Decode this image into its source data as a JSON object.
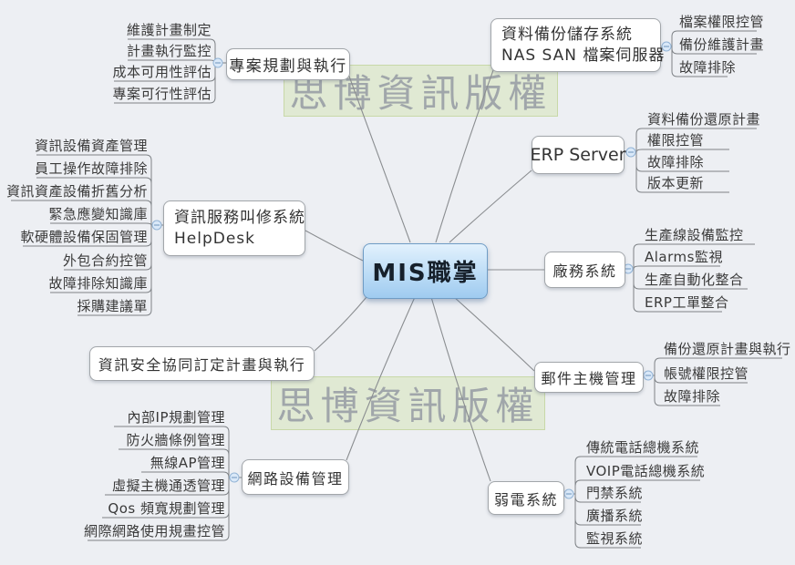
{
  "center": {
    "label": "MIS職掌"
  },
  "watermark": {
    "text": "思博資訊版權"
  },
  "colors": {
    "background": "#edeff3",
    "center_fill_top": "#e2f1fd",
    "center_fill_bottom": "#9fcbf0",
    "center_border": "#6f9cc5",
    "node_border": "#a2a6aa",
    "line": "#8a8d90",
    "watermark_bg": "#d6e3b8",
    "connector_fill": "#d9e8f8",
    "connector_border": "#93b4d6"
  },
  "branches": [
    {
      "label": "專案規劃與執行",
      "children": [
        "維護計畫制定",
        "計畫執行監控",
        "成本可用性評估",
        "專案可行性評估"
      ]
    },
    {
      "label": "資料備份儲存系統",
      "label2": "NAS SAN 檔案伺服器",
      "children": [
        "檔案權限控管",
        "備份維護計畫",
        "故障排除"
      ]
    },
    {
      "label": "ERP Server",
      "children": [
        "資料備份還原計畫",
        "權限控管",
        "故障排除",
        "版本更新"
      ]
    },
    {
      "label": "資訊服務叫修系統",
      "label2": "HelpDesk",
      "children": [
        "資訊設備資產管理",
        "員工操作故障排除",
        "資訊資產設備折舊分析",
        "緊急應變知識庫",
        "軟硬體設備保固管理",
        "外包合約控管",
        "故障排除知識庫",
        "採購建議單"
      ]
    },
    {
      "label": "廠務系統",
      "children": [
        "生產線設備監控",
        "Alarms監視",
        "生產自動化整合",
        "ERP工單整合"
      ]
    },
    {
      "label": "資訊安全協同訂定計畫與執行",
      "children": []
    },
    {
      "label": "郵件主機管理",
      "children": [
        "備份還原計畫與執行",
        "帳號權限控管",
        "故障排除"
      ]
    },
    {
      "label": "網路設備管理",
      "children": [
        "內部IP規劃管理",
        "防火牆條例管理",
        "無線AP管理",
        "虛擬主機通透管理",
        "Qos 頻寬規劃管理",
        "網際網路使用規畫控管"
      ]
    },
    {
      "label": "弱電系統",
      "children": [
        "傳統電話總機系統",
        "VOIP電話總機系統",
        "門禁系統",
        "廣播系統",
        "監視系統"
      ]
    }
  ]
}
